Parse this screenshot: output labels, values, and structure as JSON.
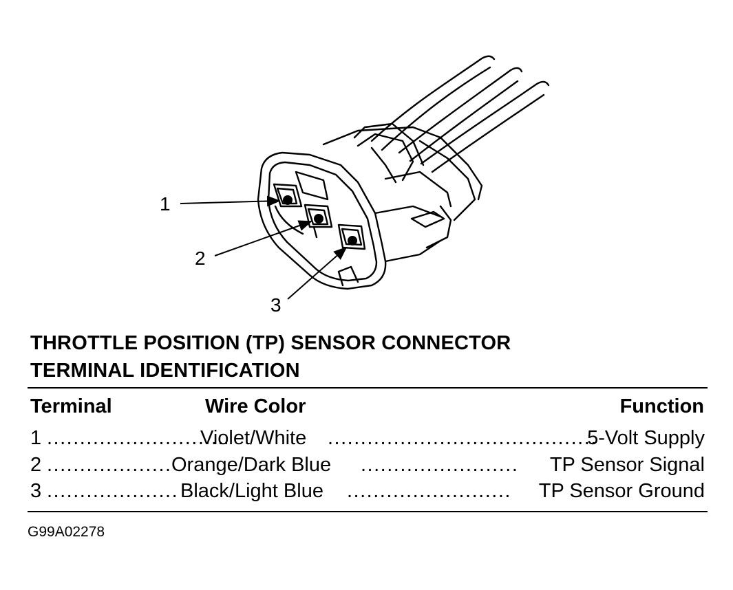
{
  "callouts": [
    "1",
    "2",
    "3"
  ],
  "title": {
    "line1": "THROTTLE POSITION (TP) SENSOR CONNECTOR",
    "line2": "TERMINAL IDENTIFICATION"
  },
  "table": {
    "headers": {
      "terminal": "Terminal",
      "wire_color": "Wire Color",
      "function": "Function"
    },
    "rows": [
      {
        "terminal": "1",
        "wire_color": "Violet/White",
        "function": "5-Volt Supply"
      },
      {
        "terminal": "2",
        "wire_color": "Orange/Dark Blue",
        "function": "TP Sensor Signal"
      },
      {
        "terminal": "3",
        "wire_color": "Black/Light Blue",
        "function": "TP Sensor Ground"
      }
    ]
  },
  "figure_code": "G99A02278"
}
